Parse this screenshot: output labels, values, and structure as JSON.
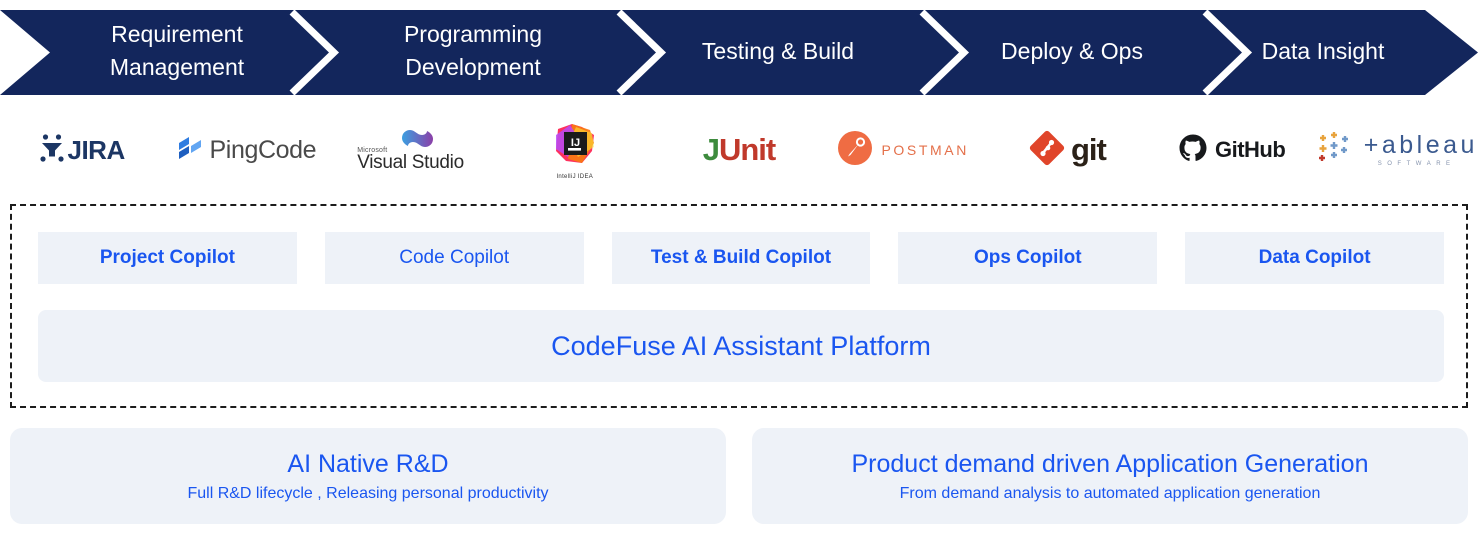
{
  "pipeline": {
    "fill_color": "#13265c",
    "stages": [
      {
        "id": "requirement-management",
        "line1": "Requirement",
        "line2": "Management"
      },
      {
        "id": "programming-development",
        "line1": "Programming",
        "line2": "Development"
      },
      {
        "id": "testing-build",
        "line1": "Testing & Build",
        "line2": ""
      },
      {
        "id": "deploy-ops",
        "line1": "Deploy & Ops",
        "line2": ""
      },
      {
        "id": "data-insight",
        "line1": "Data Insight",
        "line2": ""
      }
    ]
  },
  "tools": [
    {
      "id": "jira",
      "name": "JIRA",
      "icon": "jira-icon",
      "color": "#1c3664"
    },
    {
      "id": "pingcode",
      "name": "PingCode",
      "icon": "pingcode-icon",
      "color": "#4a4a4a"
    },
    {
      "id": "visual-studio",
      "name": "Visual Studio",
      "vendor": "Microsoft",
      "icon": "visual-studio-icon",
      "color": "#2b2b2b"
    },
    {
      "id": "intellij-idea",
      "name": "IntelliJ IDEA",
      "badge": "IJ",
      "icon": "intellij-idea-icon",
      "color": "#333333"
    },
    {
      "id": "junit",
      "name": "JUnit",
      "part1": "J",
      "part2": "Unit",
      "icon": "junit-icon",
      "color": "#c0392b"
    },
    {
      "id": "postman",
      "name": "POSTMAN",
      "icon": "postman-icon",
      "color": "#e4704a"
    },
    {
      "id": "git",
      "name": "git",
      "icon": "git-icon",
      "color": "#2b2118"
    },
    {
      "id": "github",
      "name": "GitHub",
      "icon": "github-icon",
      "color": "#17191c"
    },
    {
      "id": "tableau",
      "name": "tableau",
      "sub": "SOFTWARE",
      "icon": "tableau-icon",
      "color": "#3b5a8f"
    }
  ],
  "copilots": [
    {
      "id": "project-copilot",
      "label": "Project Copilot",
      "bold": true
    },
    {
      "id": "code-copilot",
      "label": "Code Copilot",
      "bold": false
    },
    {
      "id": "test-build-copilot",
      "label": "Test & Build Copilot",
      "bold": true
    },
    {
      "id": "ops-copilot",
      "label": "Ops Copilot",
      "bold": true
    },
    {
      "id": "data-copilot",
      "label": "Data Copilot",
      "bold": true
    }
  ],
  "platform": {
    "label": "CodeFuse AI Assistant Platform",
    "accent": "#1a56f0",
    "surface": "#eef2f8"
  },
  "outcomes": [
    {
      "id": "ai-native-rd",
      "title": "AI Native R&D",
      "subtitle": "Full R&D lifecycle , Releasing personal productivity"
    },
    {
      "id": "application-generation",
      "title": "Product demand driven Application Generation",
      "subtitle": "From demand analysis to automated application generation"
    }
  ]
}
